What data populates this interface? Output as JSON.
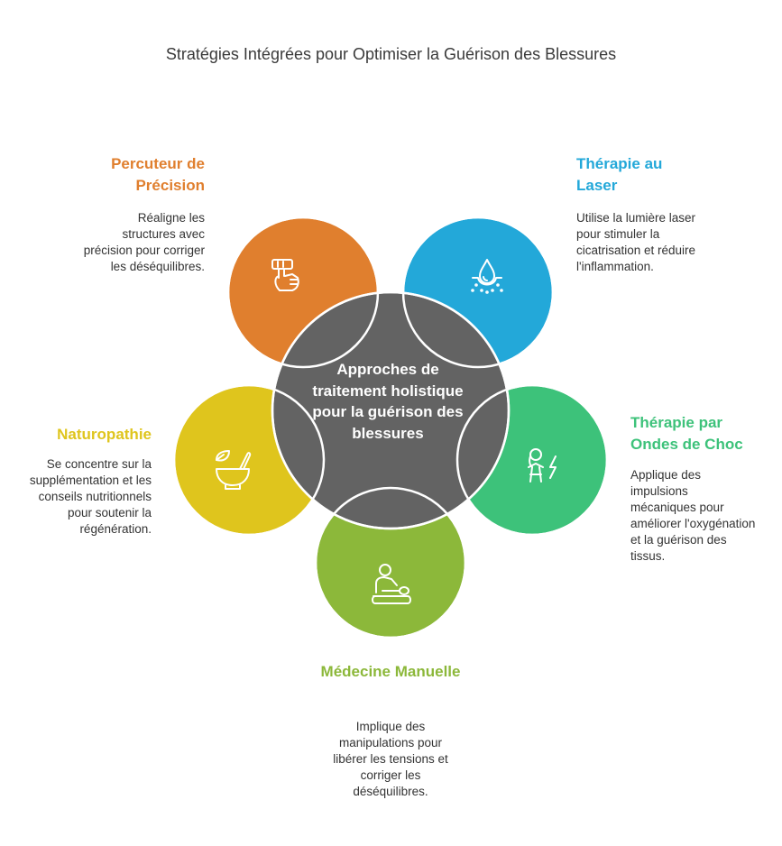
{
  "title": "Stratégies Intégrées pour Optimiser la Guérison des Blessures",
  "center": {
    "label": "Approches de traitement holistique pour la guérison des blessures",
    "color": "#636363"
  },
  "nodes": [
    {
      "id": "percuteur",
      "heading": "Percuteur de Précision",
      "description": "Réaligne les structures avec précision pour corriger les déséquilibres.",
      "color": "#e07f2e",
      "icon": "handheld-device-icon"
    },
    {
      "id": "laser",
      "heading": "Thérapie au Laser",
      "description": "Utilise la lumière laser pour stimuler la cicatrisation et réduire l'inflammation.",
      "color": "#23a8d9",
      "icon": "skin-drop-icon"
    },
    {
      "id": "ondes",
      "heading": "Thérapie par Ondes de Choc",
      "description": "Applique des impulsions mécaniques pour améliorer l'oxygénation et la guérison des tissus.",
      "color": "#3dc27a",
      "icon": "person-lightning-icon"
    },
    {
      "id": "medecine",
      "heading": "Médecine Manuelle",
      "description": "Implique des manipulations pour libérer les tensions et corriger les déséquilibres.",
      "color": "#8cb83a",
      "icon": "massage-icon"
    },
    {
      "id": "naturopathie",
      "heading": "Naturopathie",
      "description": "Se concentre sur la supplémentation et les conseils nutritionnels pour soutenir la régénération.",
      "color": "#dfc51d",
      "icon": "mortar-leaf-icon"
    }
  ]
}
